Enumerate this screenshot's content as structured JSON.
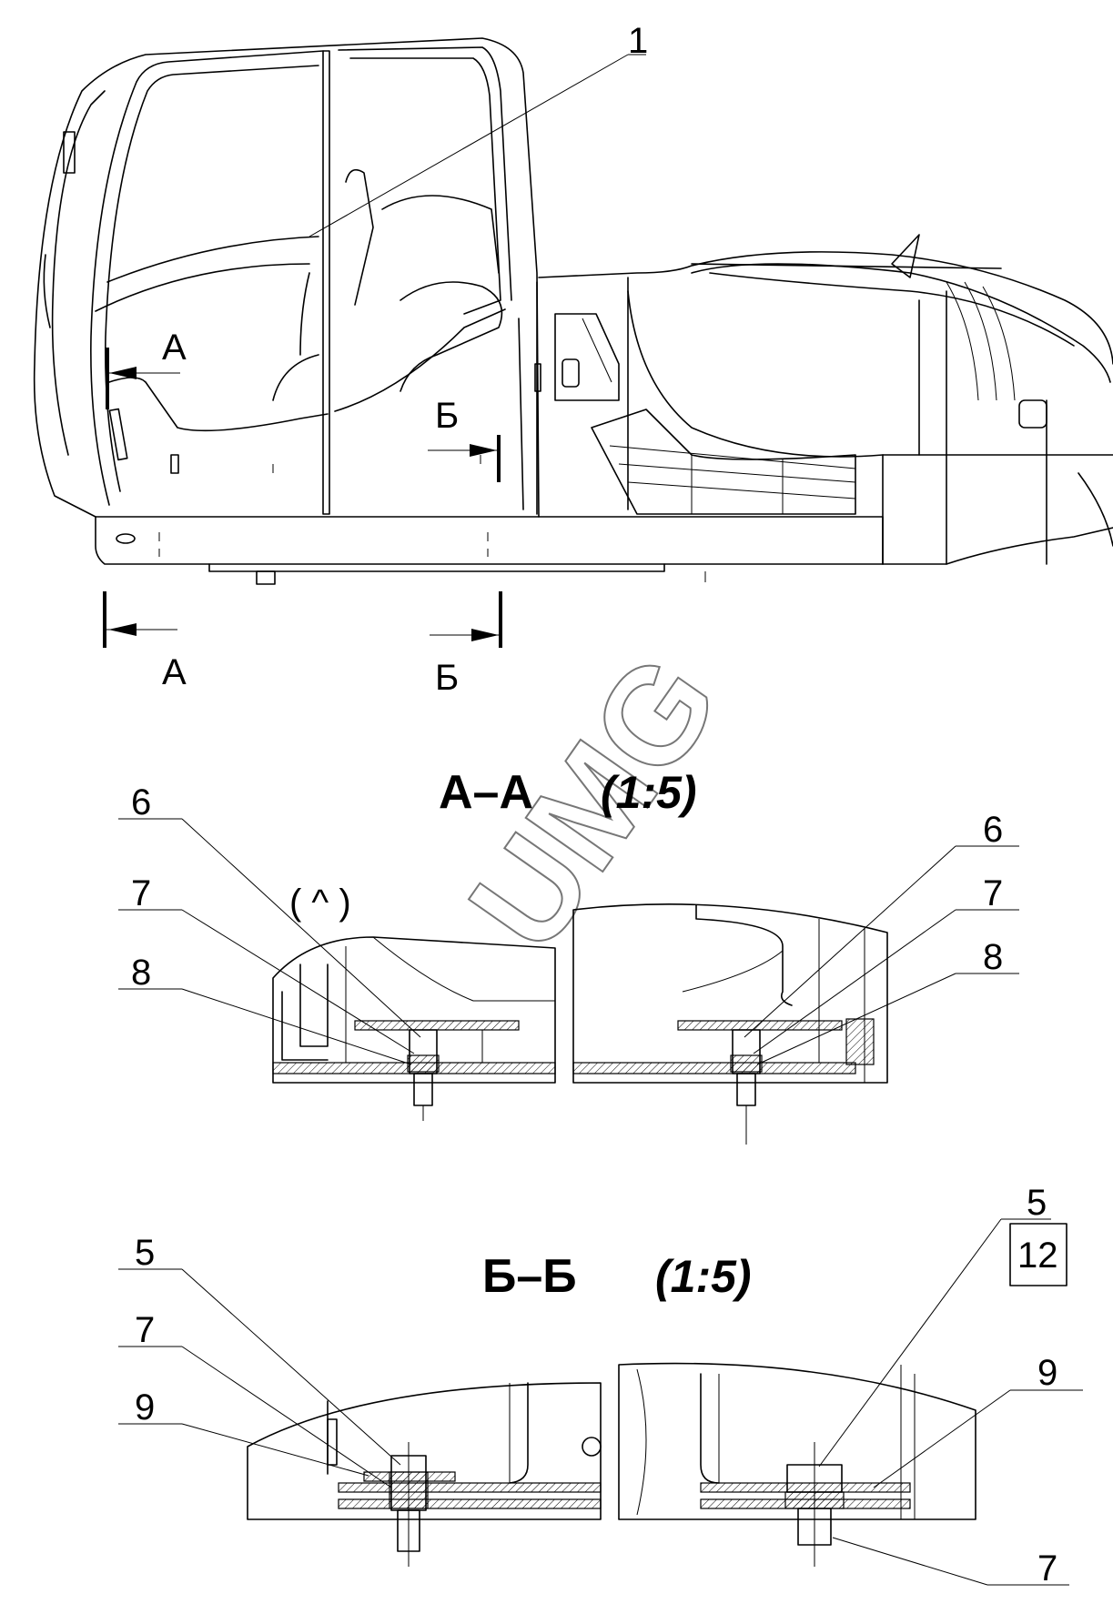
{
  "view": {
    "callouts": {
      "top_item": "1",
      "section_a_cut": "А",
      "section_b_cut": "Б",
      "cut_mark_a": "А",
      "cut_mark_b": "Б"
    }
  },
  "section_aa": {
    "title": "А–А",
    "scale": "(1:5)",
    "left_labels": [
      "6",
      "7",
      "8"
    ],
    "right_labels": [
      "6",
      "7",
      "8"
    ]
  },
  "section_bb": {
    "title": "Б–Б",
    "scale": "(1:5)",
    "left_labels": [
      "5",
      "7",
      "9"
    ],
    "right_labels": [
      "5",
      "9",
      "7"
    ]
  },
  "sheet_number": "12",
  "watermark": "UMG"
}
